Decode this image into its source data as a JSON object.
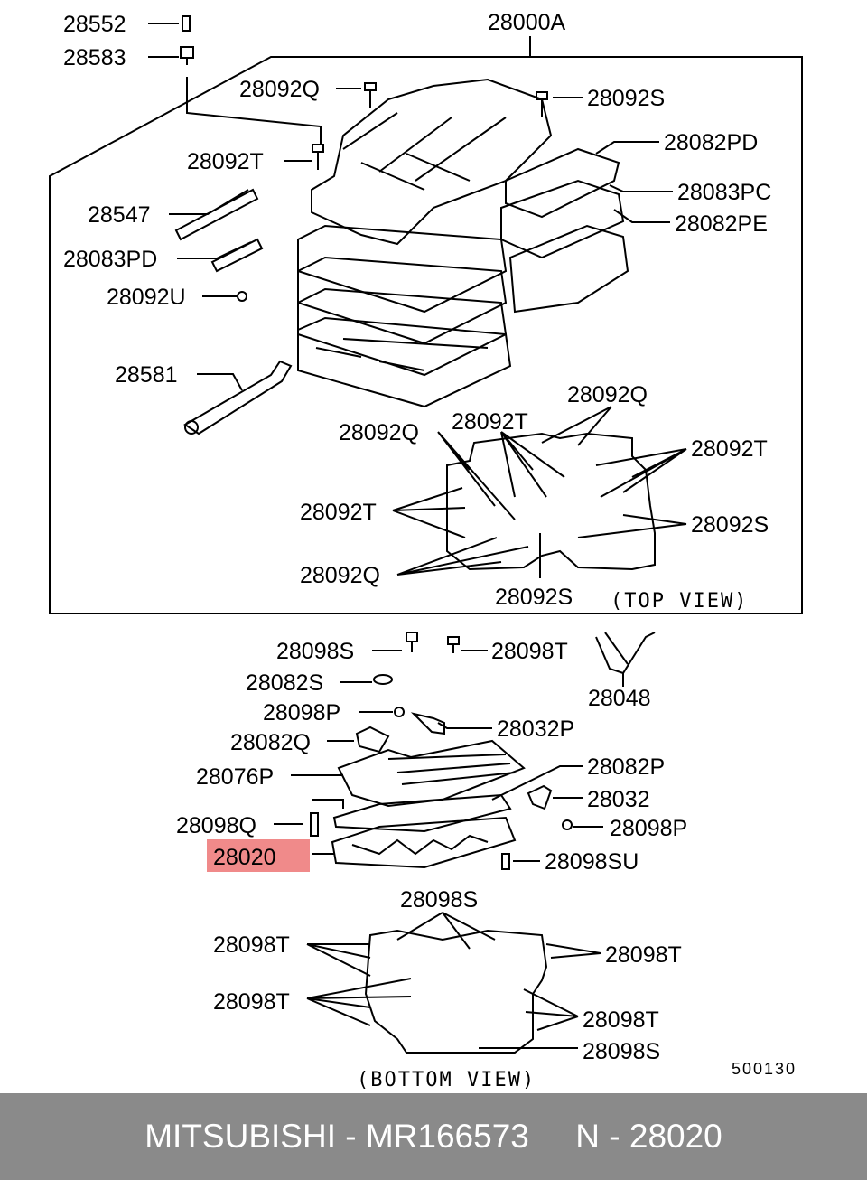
{
  "labels": {
    "p28552": "28552",
    "p28583": "28583",
    "p28000A": "28000A",
    "p28092Q_a": "28092Q",
    "p28092S_a": "28092S",
    "p28092T_a": "28092T",
    "p28082PD": "28082PD",
    "p28547": "28547",
    "p28083PC": "28083PC",
    "p28082PE": "28082PE",
    "p28083PD": "28083PD",
    "p28092U": "28092U",
    "p28581": "28581",
    "p28092Q_b": "28092Q",
    "p28092T_b": "28092T",
    "p28092Q_c": "28092Q",
    "p28092T_c": "28092T",
    "p28092T_d": "28092T",
    "p28092S_b": "28092S",
    "p28092Q_d": "28092Q",
    "p28092S_c": "28092S",
    "top_view": "(TOP VIEW)",
    "p28098S": "28098S",
    "p28098T": "28098T",
    "p28048": "28048",
    "p28082S": "28082S",
    "p28098P_a": "28098P",
    "p28032P": "28032P",
    "p28082Q": "28082Q",
    "p28076P": "28076P",
    "p28082P": "28082P",
    "p28032": "28032",
    "p28098Q": "28098Q",
    "p28098P_b": "28098P",
    "p28020": "28020",
    "p28098SU": "28098SU",
    "p28098S_b": "28098S",
    "p28098T_b": "28098T",
    "p28098T_c": "28098T",
    "p28098T_d": "28098T",
    "p28098T_e": "28098T",
    "p28098S_c": "28098S",
    "bottom_view": "(BOTTOM VIEW)",
    "code": "500130"
  },
  "footer": {
    "text": "MITSUBISHI - MR166573     N - 28020"
  },
  "colors": {
    "highlight": "#f08a8a",
    "footer_bg": "#8a8a8a"
  }
}
